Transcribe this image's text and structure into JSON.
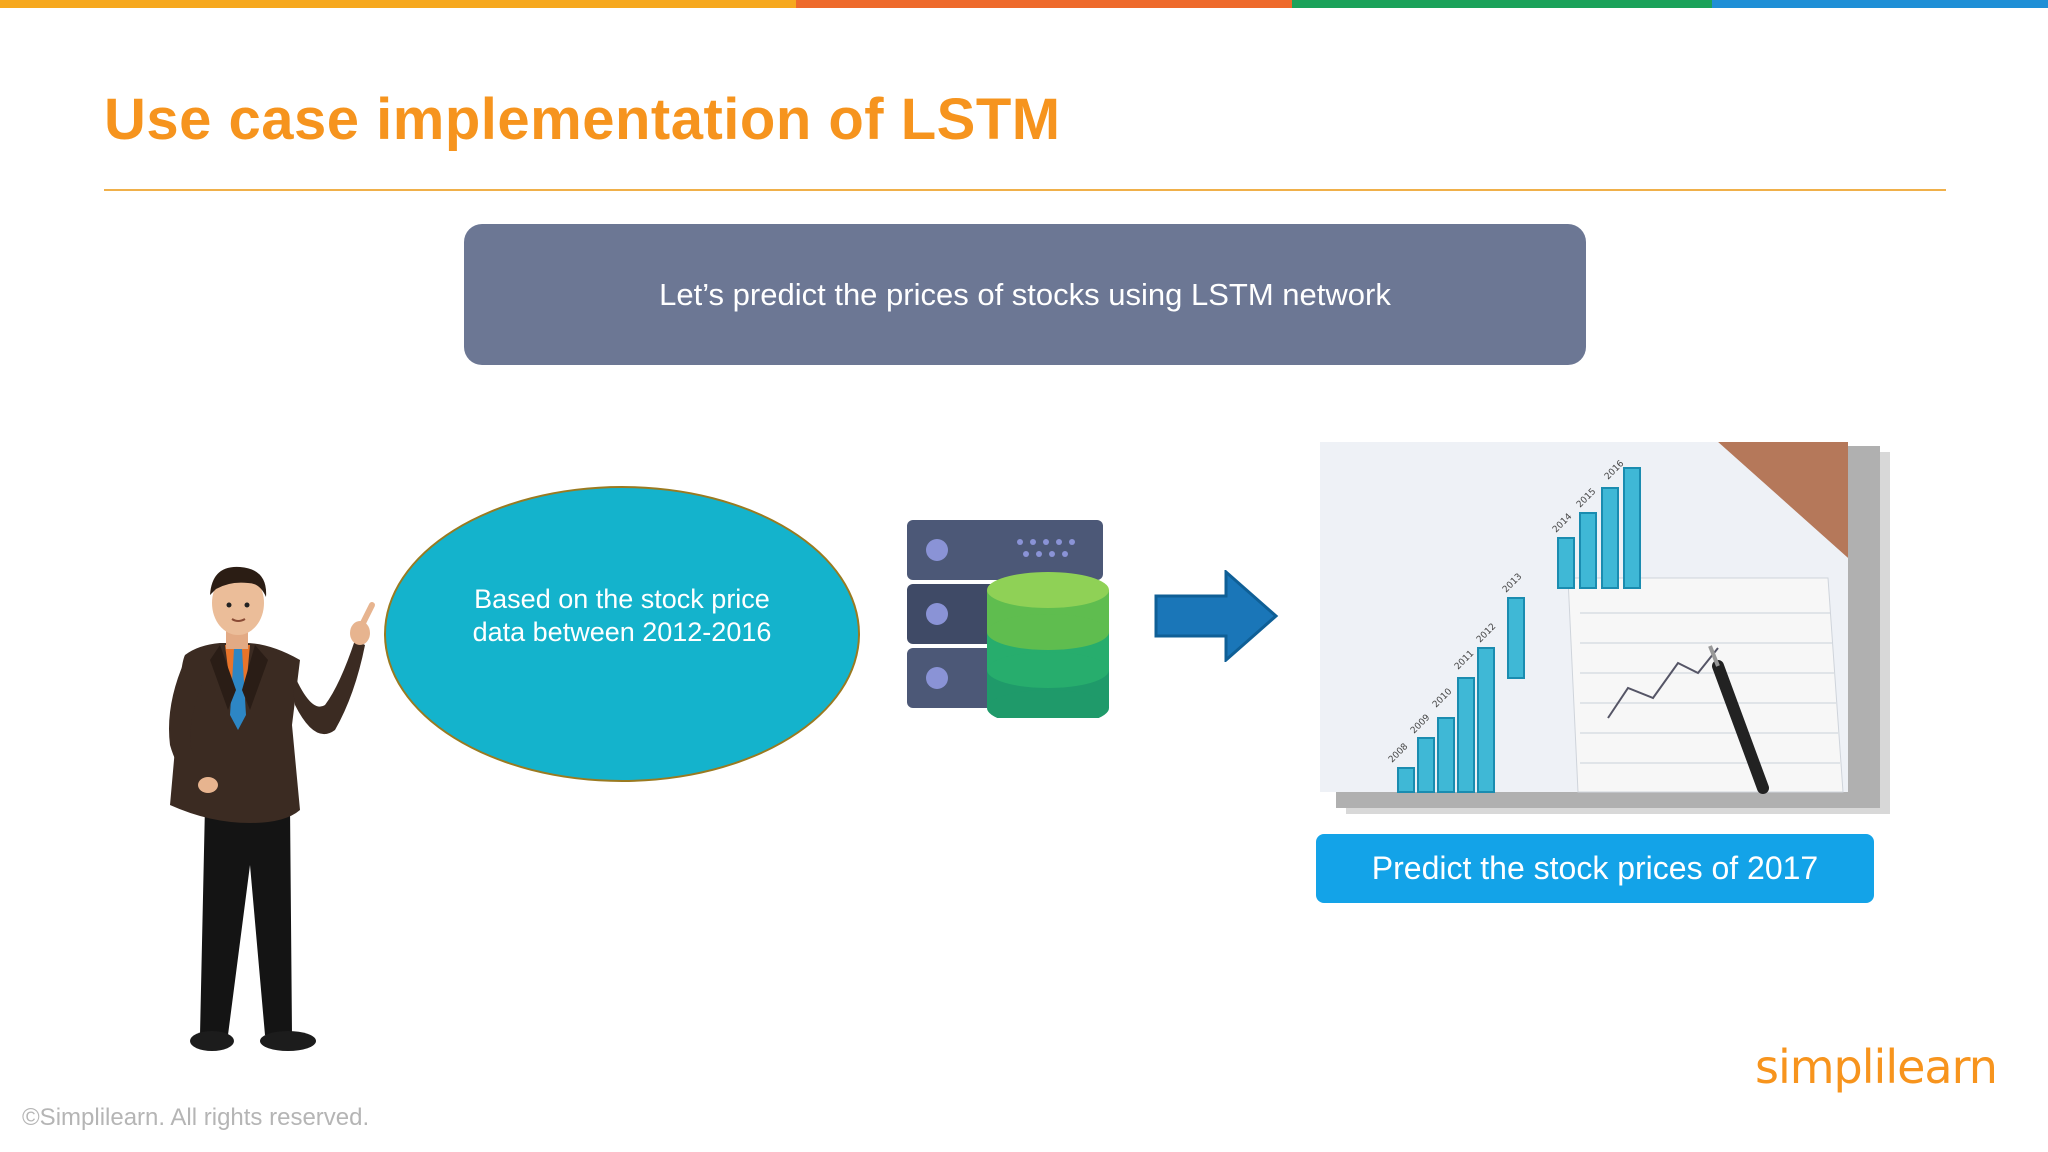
{
  "colors": {
    "bar_orange": "#f6a81e",
    "bar_red": "#ee6a2b",
    "bar_green": "#1ba25a",
    "bar_blue": "#1f8fd6",
    "title": "#f6941e",
    "banner": "#6c7794",
    "bubble": "#14b3cc",
    "predict_button": "#13a3e8"
  },
  "slide": {
    "title": "Use case implementation of LSTM",
    "banner_text": "Let’s predict the prices of stocks using LSTM network",
    "bubble_text": "Based on the stock price data between 2012-2016",
    "predict_label": "Predict the stock prices of 2017"
  },
  "icons": {
    "presenter": "businessman-pointing-icon",
    "database": "server-database-icon",
    "arrow": "right-arrow-icon",
    "photo": "stock-chart-photo"
  },
  "photo_labels": [
    "2008",
    "2009",
    "2010",
    "2011",
    "2012",
    "2013",
    "2014",
    "2015",
    "2016"
  ],
  "footer": {
    "copyright": "©Simplilearn. All rights reserved.",
    "logo_part1": "simpl",
    "logo_part2": "ilearn"
  }
}
